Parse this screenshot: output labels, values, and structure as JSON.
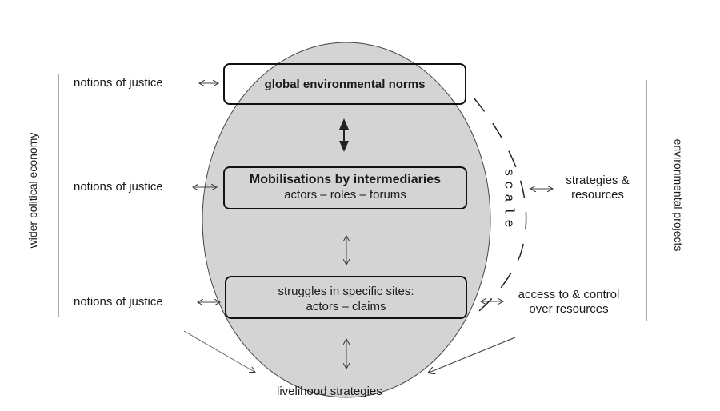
{
  "left_side_label": "wider political economy",
  "right_side_label": "environmental projects",
  "boxes": {
    "top": "global environmental norms",
    "middle_title": "Mobilisations by intermediaries",
    "middle_sub": "actors – roles – forums",
    "bottom_line1": "struggles in specific sites:",
    "bottom_line2": "actors – claims"
  },
  "left_labels": [
    "notions of justice",
    "notions of justice",
    "notions of justice"
  ],
  "right_labels": {
    "strategies_line1": "strategies &",
    "strategies_line2": "resources",
    "access_line1": "access to & control",
    "access_line2": "over resources"
  },
  "scale_letters": [
    "s",
    "c",
    "a",
    "l",
    "e"
  ],
  "bottom_label": "livelihood strategies",
  "colors": {
    "ellipse_fill": "#d4d4d4",
    "stroke": "#1a1a1a"
  }
}
